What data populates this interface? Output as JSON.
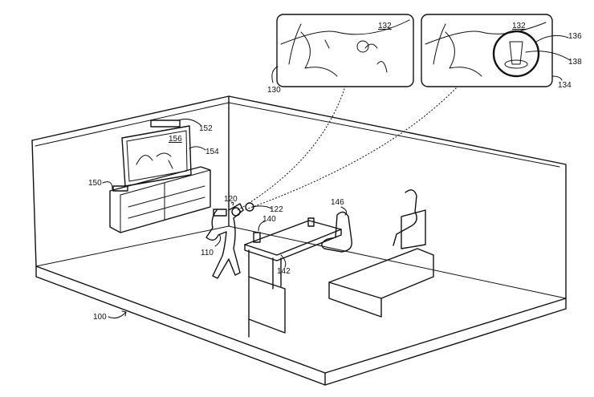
{
  "figure": {
    "reference_numbers": {
      "environment": "100",
      "user": "110",
      "hmd": "120",
      "controller": "122",
      "view_left": "130",
      "virtual_scene_left": "132",
      "virtual_scene_right": "132",
      "view_right": "134",
      "window": "136",
      "real_object_view": "138",
      "cup": "140",
      "table": "142",
      "person": "146",
      "console": "150",
      "camera": "152",
      "display": "154",
      "display_content": "156"
    }
  }
}
